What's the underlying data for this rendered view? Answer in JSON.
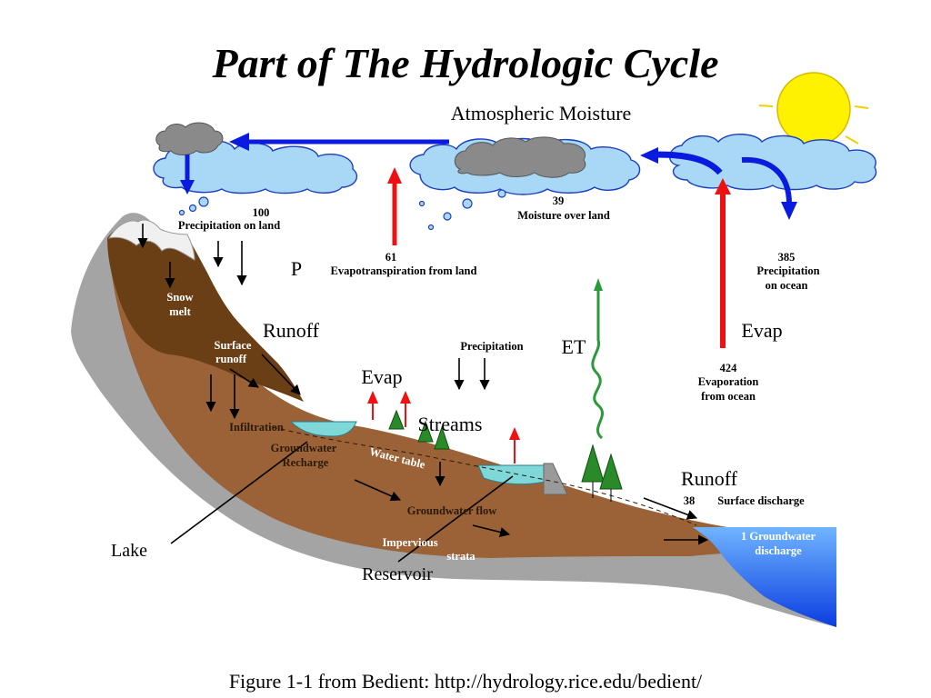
{
  "title": "Part of The Hydrologic Cycle",
  "caption": "Figure 1-1 from Bedient: http://hydrology.rice.edu/bedient/",
  "labels": {
    "atmospheric_moisture": "Atmospheric Moisture",
    "p": "P",
    "runoff_upper": "Runoff",
    "evap_center": "Evap",
    "streams": "Streams",
    "et": "ET",
    "evap_right": "Evap",
    "runoff_lower": "Runoff",
    "lake": "Lake",
    "reservoir": "Reservoir"
  },
  "flows": {
    "precip_land": {
      "value": "100",
      "label": "Precipitation on land"
    },
    "moisture_land": {
      "value": "39",
      "label": "Moisture over land"
    },
    "evapotranspiration": {
      "value": "61",
      "label": "Evapotranspiration from land"
    },
    "precip_ocean": {
      "value": "385",
      "label_line1": "Precipitation",
      "label_line2": "on ocean"
    },
    "evap_ocean": {
      "value": "424",
      "label_line1": "Evaporation",
      "label_line2": "from ocean"
    },
    "surface_discharge": {
      "value": "38",
      "label": "Surface discharge"
    },
    "groundwater_discharge": {
      "line1": "1 Groundwater",
      "line2": "discharge"
    }
  },
  "terrain": {
    "snow_melt_line1": "Snow",
    "snow_melt_line2": "melt",
    "surface_runoff_line1": "Surface",
    "surface_runoff_line2": "runoff",
    "infiltration": "Infiltration",
    "groundwater_recharge_line1": "Groundwater",
    "groundwater_recharge_line2": "Recharge",
    "water_table": "Water table",
    "groundwater_flow": "Groundwater flow",
    "precipitation": "Precipitation",
    "impervious": "Impervious",
    "strata": "strata"
  },
  "colors": {
    "arrow_blue": "#0a1adf",
    "arrow_red": "#ee1111",
    "cloud_fill": "#a8d8f5",
    "cloud_gray": "#8a8a8a",
    "sun": "#fff200",
    "ocean": "#1b5cf0",
    "lake": "#7fd7d7",
    "soil": "#9a6236",
    "mountain": "#6b3f16",
    "bedrock": "#a4a4a4",
    "et_green": "#2a9a3a"
  }
}
